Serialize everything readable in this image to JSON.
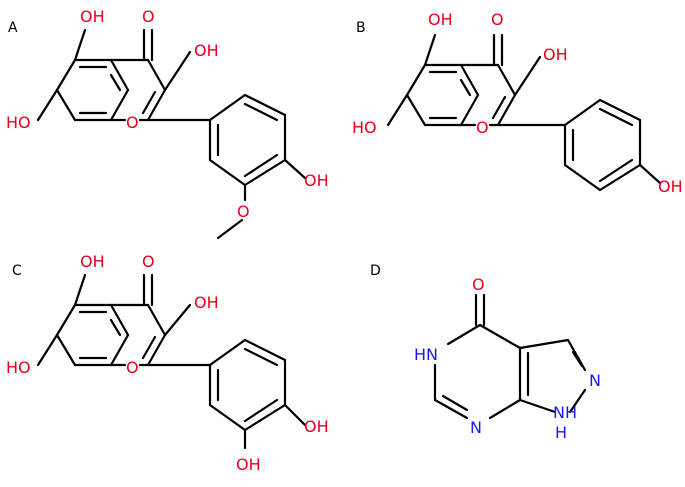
{
  "colors": {
    "oxygen": "#e8001c",
    "nitrogen": "#1a1aee",
    "bond": "#000000",
    "label": "#000000"
  },
  "panels": {
    "A": {
      "label": "A",
      "atoms": {
        "oh5": "OH",
        "carbonyl": "O",
        "oh3": "OH",
        "oh7": "HO",
        "ring_o": "O",
        "oh4p": "OH",
        "methoxy_o": "O"
      }
    },
    "B": {
      "label": "B",
      "atoms": {
        "oh5": "OH",
        "carbonyl": "O",
        "oh3": "OH",
        "oh7": "HO",
        "ring_o": "O",
        "oh4p": "OH"
      }
    },
    "C": {
      "label": "C",
      "atoms": {
        "oh5": "OH",
        "carbonyl": "O",
        "oh3": "OH",
        "oh7": "HO",
        "ring_o": "O",
        "oh4p": "OH",
        "oh3p": "OH"
      }
    },
    "D": {
      "label": "D",
      "atoms": {
        "carbonyl": "O",
        "hn": "HN",
        "n_pyrazole": "N",
        "n_pyrimidine": "N",
        "nh": "NH",
        "nh_h": "H"
      }
    }
  }
}
